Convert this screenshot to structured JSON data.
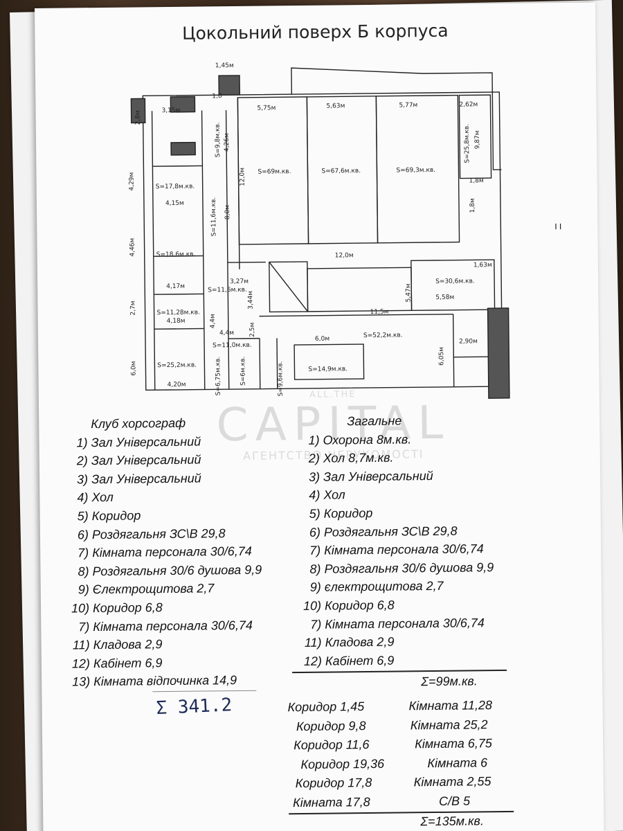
{
  "page": {
    "title": "Цокольний поверх Б корпуса",
    "margin_mark": "I I"
  },
  "plan": {
    "dimensions": [
      "1,45м",
      "3,15м",
      "2,8м",
      "1,0",
      "5,75м",
      "5,63м",
      "5,77м",
      "2,62м",
      "9,87м",
      "12,0м",
      "1,8м",
      "1,8м",
      "1,63м",
      "12,0м",
      "3,27м",
      "5,47м",
      "5,58м",
      "11,5м",
      "4,29м",
      "4,15м",
      "4,46м",
      "4,17м",
      "2,7м",
      "4,18м",
      "4,4м",
      "3,44м",
      "4,4м",
      "2,5м",
      "6,0м",
      "6,0м",
      "4,20м",
      "6,05м",
      "2,90м",
      "4,26м",
      "8,0м"
    ],
    "areas": [
      "S=9,8м.кв.",
      "S=69м.кв.",
      "S=67,6м.кв.",
      "S=69,3м.кв.",
      "S=25,8м.кв.",
      "S=17,8м.кв.",
      "S=11,6м.кв.",
      "S=18,6м.кв.",
      "S=11,6м.кв.",
      "S=30,6м.кв.",
      "S=11,28м.кв.",
      "S=11,0м.кв.",
      "S=52,2м.кв.",
      "S=25,2м.кв.",
      "S=6,75м.кв.",
      "S=6м.кв.",
      "S=9,6м.кв.",
      "S=14,9м.кв."
    ]
  },
  "watermark": {
    "top": "ALL.THE",
    "main": "CAPITAL",
    "sub": "АГЕНТСТВО НЕРУХОМОСТІ"
  },
  "left_list": {
    "heading": "Клуб хорсограф",
    "items": [
      {
        "n": "1)",
        "text": "Зал Універсальний"
      },
      {
        "n": "2)",
        "text": "Зал Універсальний"
      },
      {
        "n": "3)",
        "text": "Зал Універсальний"
      },
      {
        "n": "4)",
        "text": "Хол"
      },
      {
        "n": "5)",
        "text": "Коридор"
      },
      {
        "n": "6)",
        "text": "Роздягальня ЗС\\В 29,8"
      },
      {
        "n": "7)",
        "text": "Кімната персонала 30/6,74"
      },
      {
        "n": "8)",
        "text": "Роздягальня 30/6 душова 9,9"
      },
      {
        "n": "9)",
        "text": "Єлектрощитова 2,7"
      },
      {
        "n": "10)",
        "text": "Коридор 6,8"
      },
      {
        "n": "7)",
        "text": "Кімната персонала 30/6,74"
      },
      {
        "n": "11)",
        "text": "Кладова 2,9"
      },
      {
        "n": "12)",
        "text": "Кабінет 6,9"
      },
      {
        "n": "13)",
        "text": "Кімната відпочинка 14,9"
      }
    ],
    "handwritten_total": "Σ 341.2"
  },
  "right_list": {
    "heading": "Загальне",
    "items": [
      {
        "n": "1)",
        "text": "Охорона 8м.кв."
      },
      {
        "n": "2)",
        "text": "Хол 8,7м.кв."
      },
      {
        "n": "3)",
        "text": "Зал Універсальний"
      },
      {
        "n": "4)",
        "text": "Хол"
      },
      {
        "n": "5)",
        "text": "Коридор"
      },
      {
        "n": "6)",
        "text": "Роздягальня ЗС\\В 29,8"
      },
      {
        "n": "7)",
        "text": "Кімната персонала 30/6,74"
      },
      {
        "n": "8)",
        "text": "Роздягальня 30/6 душова 9,9"
      },
      {
        "n": "9)",
        "text": "єлектрощитова 2,7"
      },
      {
        "n": "10)",
        "text": "Коридор 6,8"
      },
      {
        "n": "7)",
        "text": "Кімната персонала 30/6,74"
      },
      {
        "n": "11)",
        "text": "Кладова 2,9"
      },
      {
        "n": "12)",
        "text": "Кабінет 6,9"
      }
    ],
    "total": "Σ=99м.кв."
  },
  "summary": {
    "rows": [
      {
        "left": "Коридор 1,45",
        "right": "Кімната 11,28"
      },
      {
        "left": "Коридор 9,8",
        "right": "Кімната 25,2"
      },
      {
        "left": "Коридор 11,6",
        "right": "Кімната 6,75"
      },
      {
        "left": "Коридор 19,36",
        "right": "Кімната 6"
      },
      {
        "left": "Коридор 17,8",
        "right": "Кімната 2,55"
      },
      {
        "left": "Кімната 17,8",
        "right": "С/В 5"
      }
    ],
    "total": "Σ=135м.кв."
  }
}
